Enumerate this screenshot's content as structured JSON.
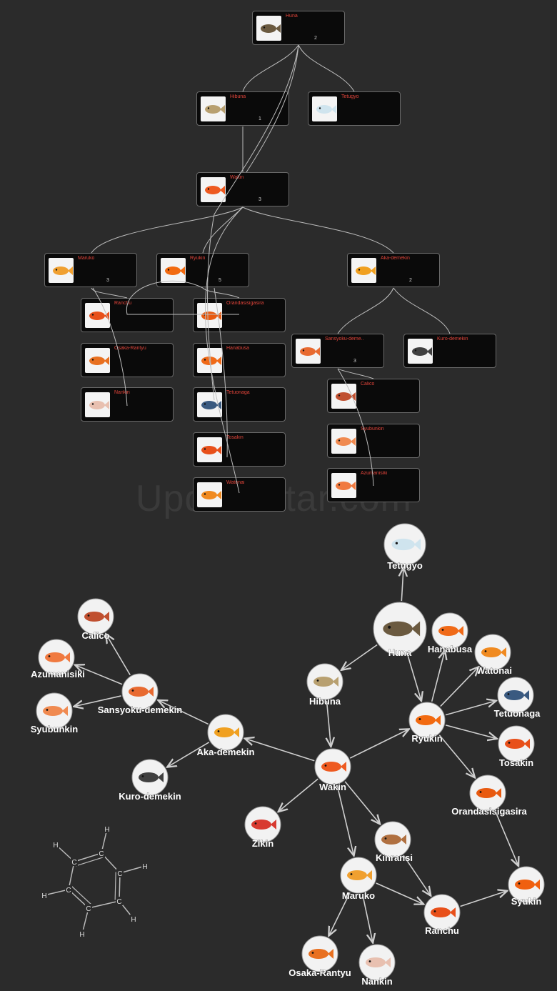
{
  "tree": {
    "cards": [
      {
        "id": "huna",
        "name": "Huna",
        "count": "2"
      },
      {
        "id": "hibuna",
        "name": "Hibuna",
        "count": "1"
      },
      {
        "id": "tetugyo",
        "name": "Tetugyo",
        "count": ""
      },
      {
        "id": "wakin",
        "name": "Wakin",
        "count": "3"
      },
      {
        "id": "maruko",
        "name": "Maruko",
        "count": "3"
      },
      {
        "id": "ryukin",
        "name": "Ryukin",
        "count": "5"
      },
      {
        "id": "aka-demekin",
        "name": "Aka-demekin",
        "count": "2"
      },
      {
        "id": "ranchu",
        "name": "Ranchu",
        "count": ""
      },
      {
        "id": "orandasisigasira",
        "name": "Orandasisigasira",
        "count": ""
      },
      {
        "id": "sansyoku-demekin",
        "name": "Sansyoku-deme..",
        "count": "3"
      },
      {
        "id": "kuro-demekin",
        "name": "Kuro-demekin",
        "count": ""
      },
      {
        "id": "osaka-rantyu",
        "name": "Osaka-Rantyu",
        "count": ""
      },
      {
        "id": "hanabusa",
        "name": "Hanabusa",
        "count": ""
      },
      {
        "id": "calico",
        "name": "Calico",
        "count": ""
      },
      {
        "id": "nankin",
        "name": "Nankin",
        "count": ""
      },
      {
        "id": "tetuonaga",
        "name": "Tetuonaga",
        "count": ""
      },
      {
        "id": "syubunkin",
        "name": "Syubunkin",
        "count": ""
      },
      {
        "id": "tosakin",
        "name": "Tosakin",
        "count": ""
      },
      {
        "id": "azumanisiki",
        "name": "Azumanisiki",
        "count": ""
      },
      {
        "id": "watonai",
        "name": "Watonai",
        "count": ""
      }
    ]
  },
  "watermark": "UpdateStar.com",
  "graph": {
    "nodes": [
      {
        "id": "tetugyo",
        "label": "Tetugyo",
        "fish": "#cfe4ee"
      },
      {
        "id": "huna",
        "label": "Huna",
        "fish": "#6b5a40"
      },
      {
        "id": "hanabusa",
        "label": "Hanabusa",
        "fish": "#f06a18"
      },
      {
        "id": "watonai",
        "label": "Watonai",
        "fish": "#f08a20"
      },
      {
        "id": "tetuonaga",
        "label": "Tetuonaga",
        "fish": "#3a5a80"
      },
      {
        "id": "hibuna",
        "label": "Hibuna",
        "fish": "#b8a070"
      },
      {
        "id": "ryukin",
        "label": "Ryukin",
        "fish": "#f26a10"
      },
      {
        "id": "tosakin",
        "label": "Tosakin",
        "fish": "#e8501a"
      },
      {
        "id": "wakin",
        "label": "Wakin",
        "fish": "#ee5a20"
      },
      {
        "id": "orandasisigasira",
        "label": "Orandasisigasira",
        "fish": "#e85a10"
      },
      {
        "id": "calico",
        "label": "Calico",
        "fish": "#c05030"
      },
      {
        "id": "azumanisiki",
        "label": "Azumanisiki",
        "fish": "#f07a40"
      },
      {
        "id": "sansyoku-demekin",
        "label": "Sansyoku-demekin",
        "fish": "#e86a30"
      },
      {
        "id": "syubunkin",
        "label": "Syubunkin",
        "fish": "#f08a50"
      },
      {
        "id": "aka-demekin",
        "label": "Aka-demekin",
        "fish": "#f0a020"
      },
      {
        "id": "kuro-demekin",
        "label": "Kuro-demekin",
        "fish": "#404040"
      },
      {
        "id": "zikin",
        "label": "Zikin",
        "fish": "#d83a30"
      },
      {
        "id": "kinranSi",
        "label": "Kinransi",
        "fish": "#b07040"
      },
      {
        "id": "maruko",
        "label": "Maruko",
        "fish": "#f0a030"
      },
      {
        "id": "syukin",
        "label": "Syukin",
        "fish": "#f06010"
      },
      {
        "id": "ranchu",
        "label": "Ranchu",
        "fish": "#e8501a"
      },
      {
        "id": "osaka-rantyu",
        "label": "Osaka-Rantyu",
        "fish": "#e87020"
      },
      {
        "id": "nankin",
        "label": "Nankin",
        "fish": "#e8c0b0"
      }
    ],
    "edges": [
      [
        "huna",
        "tetugyo"
      ],
      [
        "huna",
        "hibuna"
      ],
      [
        "huna",
        "ryukin"
      ],
      [
        "hibuna",
        "wakin"
      ],
      [
        "wakin",
        "ryukin"
      ],
      [
        "wakin",
        "aka-demekin"
      ],
      [
        "wakin",
        "zikin"
      ],
      [
        "wakin",
        "kinranSi"
      ],
      [
        "wakin",
        "maruko"
      ],
      [
        "ryukin",
        "hanabusa"
      ],
      [
        "ryukin",
        "watonai"
      ],
      [
        "ryukin",
        "tetuonaga"
      ],
      [
        "ryukin",
        "tosakin"
      ],
      [
        "ryukin",
        "orandasisigasira"
      ],
      [
        "orandasisigasira",
        "syukin"
      ],
      [
        "aka-demekin",
        "sansyoku-demekin"
      ],
      [
        "aka-demekin",
        "kuro-demekin"
      ],
      [
        "sansyoku-demekin",
        "calico"
      ],
      [
        "sansyoku-demekin",
        "azumanisiki"
      ],
      [
        "sansyoku-demekin",
        "syubunkin"
      ],
      [
        "maruko",
        "ranchu"
      ],
      [
        "maruko",
        "osaka-rantyu"
      ],
      [
        "maruko",
        "nankin"
      ],
      [
        "kinranSi",
        "ranchu"
      ],
      [
        "ranchu",
        "syukin"
      ]
    ]
  },
  "molecule": {
    "atoms": [
      "C",
      "C",
      "C",
      "C",
      "C",
      "C",
      "H",
      "H",
      "H",
      "H",
      "H",
      "H"
    ]
  },
  "colors": {
    "accent": "#e0443a",
    "background": "#2b2b2b",
    "card": "#0a0a0a",
    "edge": "#cfcfcf"
  }
}
